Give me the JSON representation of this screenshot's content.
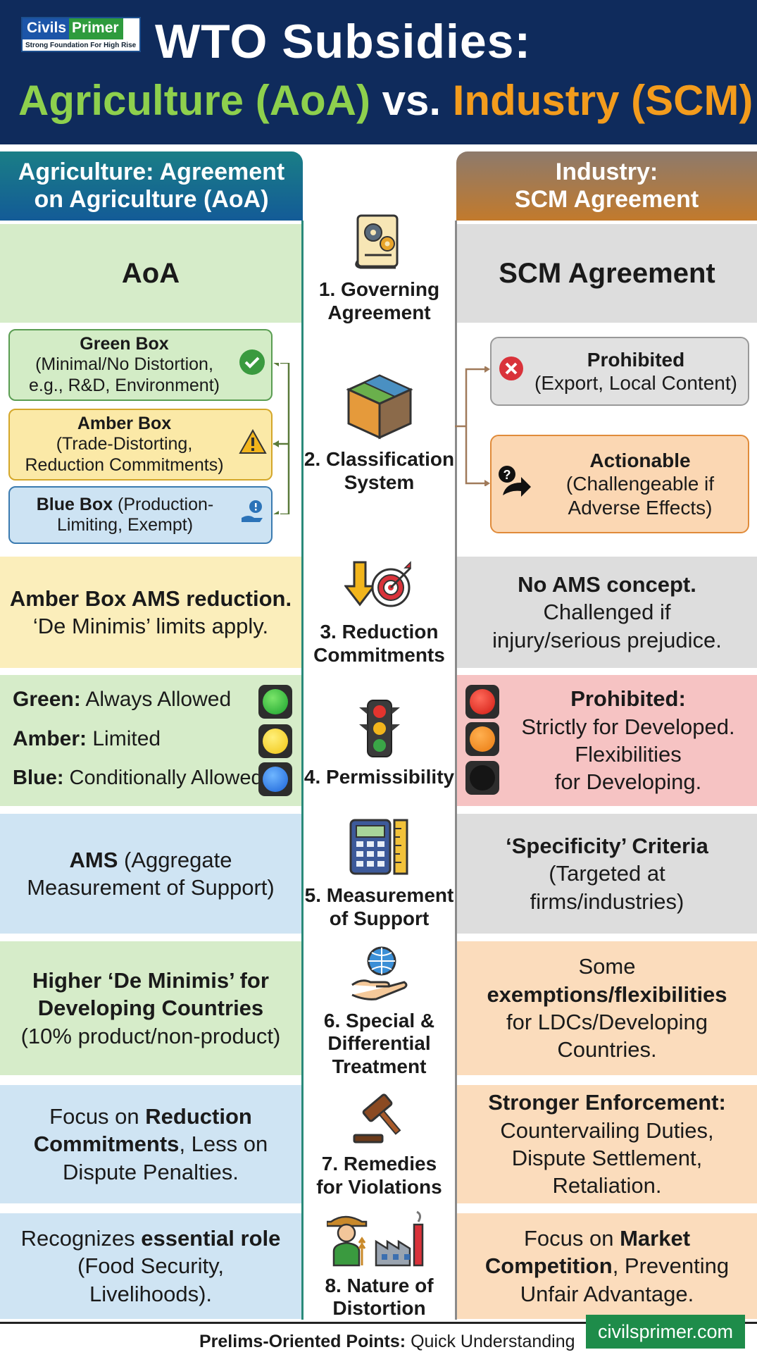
{
  "logo": {
    "civils": "Civils",
    "primer": "Primer",
    "tagline": "Strong Foundation For High Rise"
  },
  "title": {
    "line1": "WTO Subsidies:",
    "agri": "Agriculture (AoA)",
    "vs": "vs.",
    "industry": "Industry (SCM)"
  },
  "columns": {
    "left_header_1": "Agriculture: Agreement",
    "left_header_2": "on Agriculture (AoA)",
    "right_header_1": "Industry:",
    "right_header_2": "SCM Agreement"
  },
  "rows": {
    "r1": {
      "label_1": "1. Governing",
      "label_2": "Agreement",
      "left": "AoA",
      "right": "SCM Agreement"
    },
    "r2": {
      "label_1": "2. Classification",
      "label_2": "System",
      "green_title": "Green Box",
      "green_text_1": "(Minimal/No Distortion,",
      "green_text_2": "e.g., R&D, Environment)",
      "amber_title": "Amber Box",
      "amber_text_1": "(Trade-Distorting,",
      "amber_text_2": "Reduction Commitments)",
      "blue_title": "Blue Box",
      "blue_text_1": " (Production-",
      "blue_text_2": "Limiting, Exempt)",
      "prohibited_title": "Prohibited",
      "prohibited_text": "(Export, Local Content)",
      "actionable_title": "Actionable",
      "actionable_text_1": "(Challengeable if",
      "actionable_text_2": "Adverse Effects)"
    },
    "r3": {
      "label_1": "3. Reduction",
      "label_2": "Commitments",
      "left_bold": "Amber Box AMS reduction.",
      "left_text": "‘De Minimis’ limits apply.",
      "right_bold": "No AMS concept.",
      "right_text_1": "Challenged if",
      "right_text_2": "injury/serious prejudice."
    },
    "r4": {
      "label": "4. Permissibility",
      "green_key": "Green:",
      "green_val": " Always Allowed",
      "amber_key": "Amber:",
      "amber_val": " Limited",
      "blue_key": "Blue:",
      "blue_val": " Conditionally Allowed",
      "right_bold": "Prohibited:",
      "right_text_1": "Strictly for Developed.",
      "right_text_2": "Flexibilities",
      "right_text_3": "for Developing."
    },
    "r5": {
      "label_1": "5. Measurement",
      "label_2": "of Support",
      "left_bold": "AMS",
      "left_text_1": " (Aggregate",
      "left_text_2": "Measurement of Support)",
      "right_bold": "‘Specificity’ Criteria",
      "right_text_1": "(Targeted at",
      "right_text_2": "firms/industries)"
    },
    "r6": {
      "label_1": "6. Special &",
      "label_2": "Differential",
      "label_3": "Treatment",
      "left_bold_1": "Higher ‘De Minimis’ for",
      "left_bold_2": "Developing Countries",
      "left_text": "(10% product/non-product)",
      "right_text_1": "Some",
      "right_bold": "exemptions/flexibilities",
      "right_text_2": "for LDCs/Developing",
      "right_text_3": "Countries."
    },
    "r7": {
      "label_1": "7. Remedies",
      "label_2": "for Violations",
      "left_text_1": "Focus on ",
      "left_bold_1": "Reduction",
      "left_bold_2": "Commitments",
      "left_text_2": ", Less on",
      "left_text_3": "Dispute Penalties.",
      "right_bold": "Stronger Enforcement:",
      "right_text_1": "Countervailing Duties,",
      "right_text_2": "Dispute Settlement,",
      "right_text_3": "Retaliation."
    },
    "r8": {
      "label_1": "8. Nature of",
      "label_2": "Distortion",
      "left_text_1": "Recognizes ",
      "left_bold": "essential role",
      "left_text_2": "(Food Security,",
      "left_text_3": "Livelihoods).",
      "right_text_1": "Focus on ",
      "right_bold_1": "Market",
      "right_bold_2": "Competition",
      "right_text_2": ", Preventing",
      "right_text_3": "Unfair Advantage."
    }
  },
  "footer": {
    "bold": "Prelims-Oriented Points:",
    "text": " Quick Understanding",
    "brand": "civilsprimer.com"
  },
  "colors": {
    "header_bg": "#0f2b5c",
    "agri": "#8ed04d",
    "industry": "#f39c1d",
    "green_box": "#d3ecc6",
    "amber_box": "#fbe9a7",
    "blue_box": "#cde3f3"
  },
  "icons": [
    "gears-document-icon",
    "cube-icon",
    "target-arrow-icon",
    "traffic-light-icon",
    "calculator-ruler-icon",
    "hand-globe-icon",
    "gavel-icon",
    "farmer-factory-icon",
    "check-icon",
    "warning-icon",
    "info-hand-icon",
    "x-circle-icon",
    "question-arrow-icon"
  ]
}
